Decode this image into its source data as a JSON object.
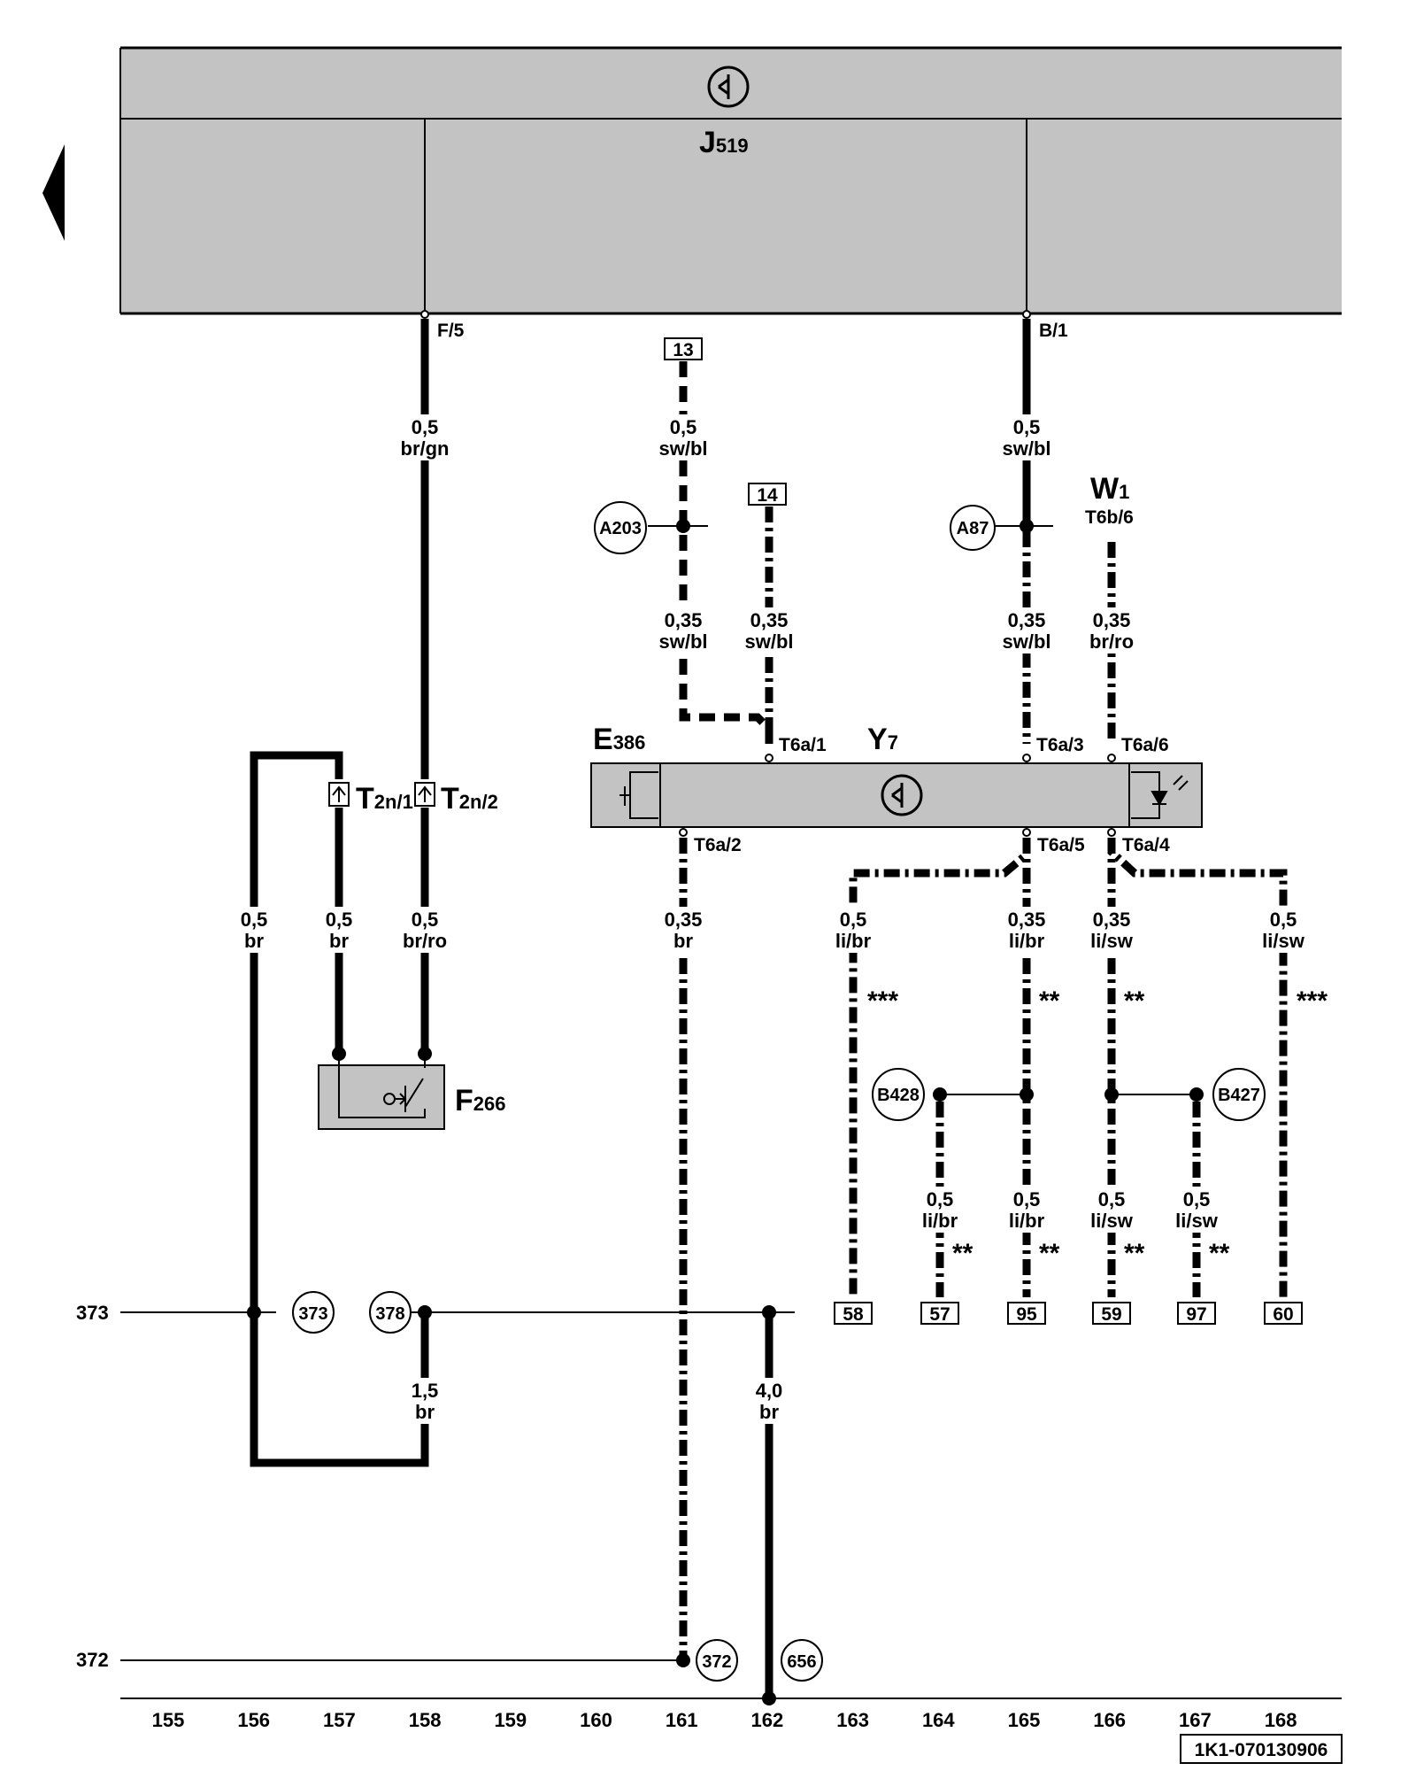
{
  "components": {
    "j519": {
      "name": "J",
      "sub": "519"
    },
    "e386": {
      "name": "E",
      "sub": "386"
    },
    "y7": {
      "name": "Y",
      "sub": "7"
    },
    "w1": {
      "name": "W",
      "sub": "1",
      "pin": "T6b/6"
    },
    "f266": {
      "name": "F",
      "sub": "266"
    },
    "t2n1": {
      "name": "T",
      "sub": "2n/1"
    },
    "t2n2": {
      "name": "T",
      "sub": "2n/2"
    }
  },
  "pins": {
    "f5": "F/5",
    "b1": "B/1",
    "t6a1": "T6a/1",
    "t6a2": "T6a/2",
    "t6a3": "T6a/3",
    "t6a4": "T6a/4",
    "t6a5": "T6a/5",
    "t6a6": "T6a/6"
  },
  "wires": {
    "w_158_top": {
      "size": "0,5",
      "color": "br/gn"
    },
    "w_161_top": {
      "size": "0,5",
      "color": "sw/bl"
    },
    "w_161_mid": {
      "size": "0,35",
      "color": "sw/bl"
    },
    "w_162_mid": {
      "size": "0,35",
      "color": "sw/bl"
    },
    "w_165_top": {
      "size": "0,5",
      "color": "sw/bl"
    },
    "w_165_mid": {
      "size": "0,35",
      "color": "sw/bl"
    },
    "w_166_mid": {
      "size": "0,35",
      "color": "br/ro"
    },
    "w_156": {
      "size": "0,5",
      "color": "br"
    },
    "w_157": {
      "size": "0,5",
      "color": "br"
    },
    "w_158_low": {
      "size": "0,5",
      "color": "br/ro"
    },
    "w_161_low": {
      "size": "0,35",
      "color": "br"
    },
    "w_163": {
      "size": "0,5",
      "color": "li/br"
    },
    "w_165_low": {
      "size": "0,35",
      "color": "li/br"
    },
    "w_166_low": {
      "size": "0,35",
      "color": "li/sw"
    },
    "w_168": {
      "size": "0,5",
      "color": "li/sw"
    },
    "w_164_b": {
      "size": "0,5",
      "color": "li/br"
    },
    "w_165_b": {
      "size": "0,5",
      "color": "li/br"
    },
    "w_166_b": {
      "size": "0,5",
      "color": "li/sw"
    },
    "w_167_b": {
      "size": "0,5",
      "color": "li/sw"
    },
    "w_158_bot": {
      "size": "1,5",
      "color": "br"
    },
    "w_162_bot": {
      "size": "4,0",
      "color": "br"
    }
  },
  "stars": {
    "s163": "***",
    "s165": "**",
    "s166": "**",
    "s168": "***",
    "s164b": "**",
    "s165b": "**",
    "s166b": "**",
    "s167b": "**"
  },
  "nodes": {
    "a203": "A203",
    "a87": "A87",
    "b428": "B428",
    "b427": "B427",
    "n373": "373",
    "n378": "378",
    "n372": "372",
    "n656": "656"
  },
  "refs": {
    "r13": "13",
    "r14": "14",
    "r58": "58",
    "r57": "57",
    "r95": "95",
    "r59": "59",
    "r97": "97",
    "r60": "60"
  },
  "ground_labels": {
    "g373": "373",
    "g372": "372"
  },
  "ticks": [
    "155",
    "156",
    "157",
    "158",
    "159",
    "160",
    "161",
    "162",
    "163",
    "164",
    "165",
    "166",
    "167",
    "168"
  ],
  "doc_code": "1K1-070130906",
  "colors": {
    "housing": "#c3c3c3",
    "line": "#000000"
  }
}
